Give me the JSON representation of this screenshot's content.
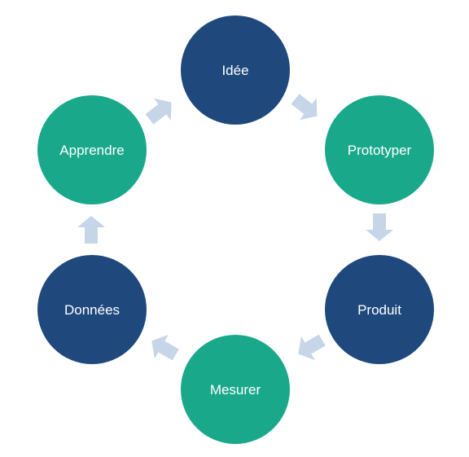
{
  "diagram": {
    "type": "cycle",
    "colors": {
      "dark": "#1f497d",
      "teal": "#1aa88b",
      "arrow": "#c6d6e8"
    },
    "nodes": [
      {
        "label": "Idée",
        "color": "dark"
      },
      {
        "label": "Prototyper",
        "color": "teal"
      },
      {
        "label": "Produit",
        "color": "dark"
      },
      {
        "label": "Mesurer",
        "color": "teal"
      },
      {
        "label": "Données",
        "color": "dark"
      },
      {
        "label": "Apprendre",
        "color": "teal"
      }
    ]
  }
}
